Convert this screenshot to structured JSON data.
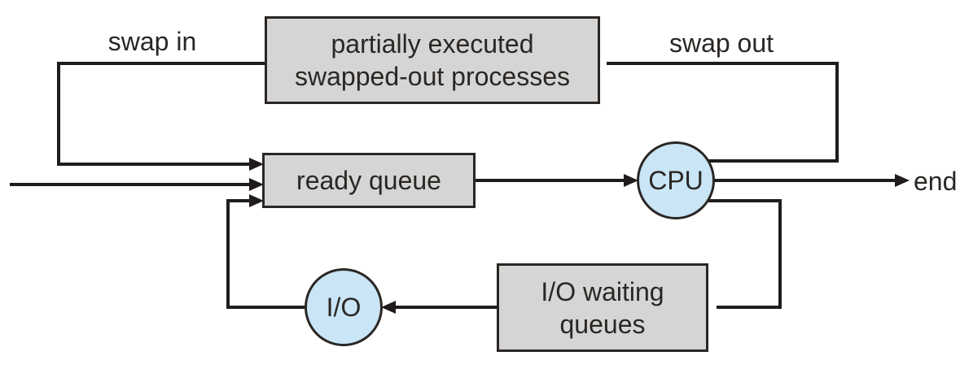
{
  "colors": {
    "background": "#ffffff",
    "box_fill": "#d5d5d5",
    "box_border": "#2a2623",
    "circle_fill": "#c9e5f6",
    "line": "#1f1c1b",
    "text": "#2a2623"
  },
  "nodes": {
    "swapped_processes": {
      "line1": "partially executed",
      "line2": "swapped-out processes"
    },
    "ready_queue": {
      "label": "ready queue"
    },
    "cpu": {
      "label": "CPU"
    },
    "io": {
      "label": "I/O"
    },
    "io_waiting": {
      "line1": "I/O waiting",
      "line2": "queues"
    }
  },
  "edge_labels": {
    "swap_in": "swap in",
    "swap_out": "swap out",
    "end": "end"
  }
}
